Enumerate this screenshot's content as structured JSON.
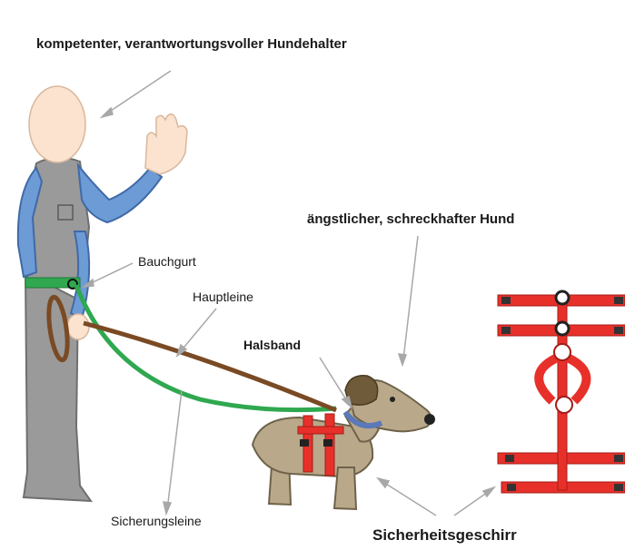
{
  "labels": {
    "halter": "kompetenter, verantwortungsvoller Hundehalter",
    "hund": "ängstlicher, schreckhafter Hund",
    "bauchgurt": "Bauchgurt",
    "hauptleine": "Hauptleine",
    "halsband": "Halsband",
    "sicherungsleine": "Sicherungsleine",
    "geschirr": "Sicherheitsgeschirr"
  },
  "colors": {
    "skin": "#fbe3cf",
    "shirt": "#6d9bd6",
    "vest": "#9a9a9a",
    "dog": "#b9a98a",
    "harness": "#e8302a",
    "main_leash": "#7a4a24",
    "safety_leash": "#2fa84f",
    "collar": "#5b78b8"
  },
  "icons": [
    "person-figure",
    "dog-figure",
    "harness-icon"
  ]
}
